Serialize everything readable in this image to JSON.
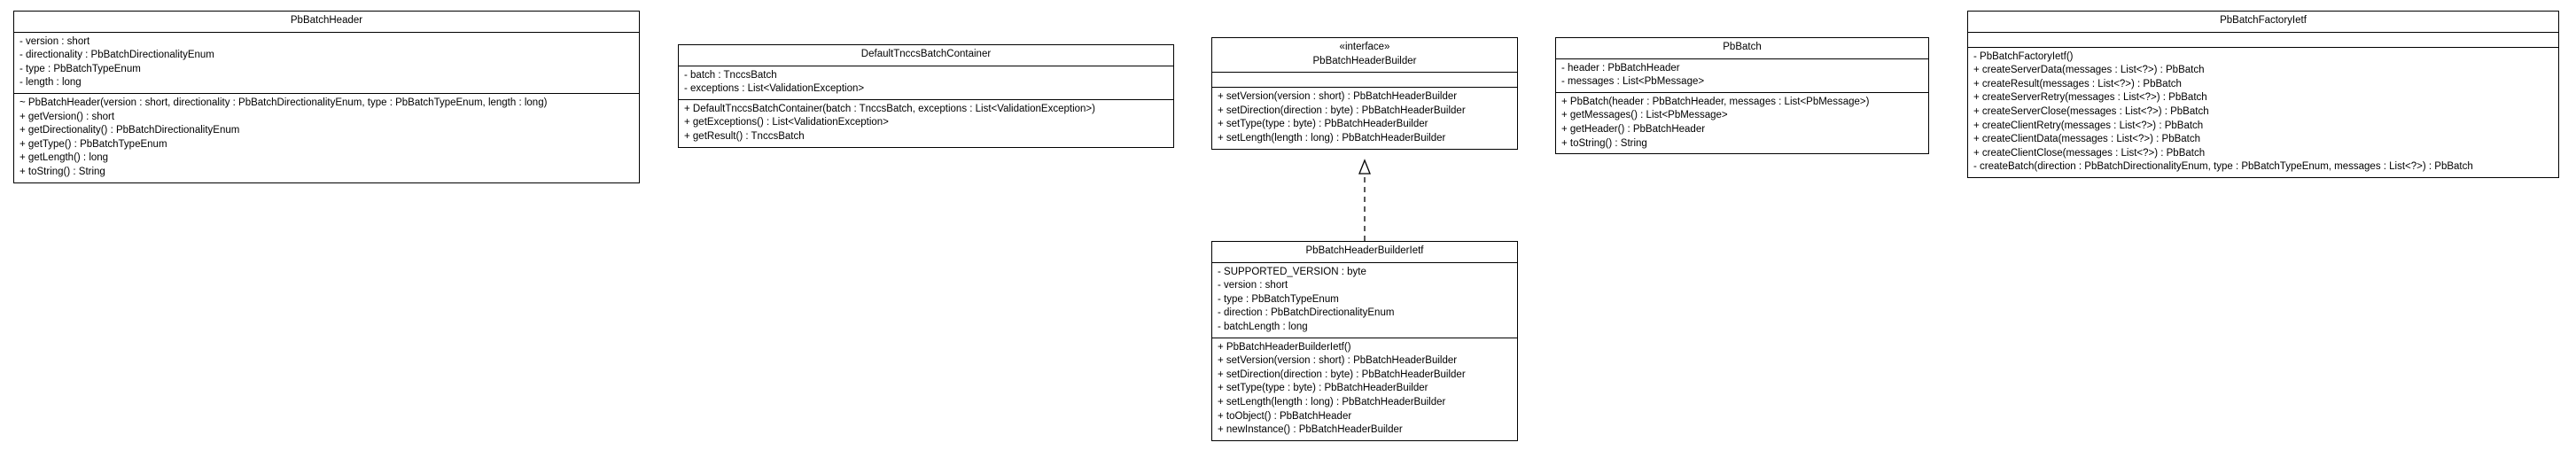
{
  "classes": {
    "pbbatchheader": {
      "name": "PbBatchHeader",
      "attributes": [
        "- version : short",
        "- directionality : PbBatchDirectionalityEnum",
        "- type : PbBatchTypeEnum",
        "- length : long"
      ],
      "operations": [
        "~ PbBatchHeader(version : short, directionality : PbBatchDirectionalityEnum, type : PbBatchTypeEnum, length : long)",
        "+ getVersion() : short",
        "+ getDirectionality() : PbBatchDirectionalityEnum",
        "+ getType() : PbBatchTypeEnum",
        "+ getLength() : long",
        "+ toString() : String"
      ]
    },
    "defaulttnccsbatchcontainer": {
      "name": "DefaultTnccsBatchContainer",
      "attributes": [
        "- batch : TnccsBatch",
        "- exceptions : List<ValidationException>"
      ],
      "operations": [
        "+ DefaultTnccsBatchContainer(batch : TnccsBatch, exceptions : List<ValidationException>)",
        "+ getExceptions() : List<ValidationException>",
        "+ getResult() : TnccsBatch"
      ]
    },
    "pbbatchheaderbuilder": {
      "stereotype": "«interface»",
      "name": "PbBatchHeaderBuilder",
      "attributes": [],
      "operations": [
        "+ setVersion(version : short) : PbBatchHeaderBuilder",
        "+ setDirection(direction : byte) : PbBatchHeaderBuilder",
        "+ setType(type : byte) : PbBatchHeaderBuilder",
        "+ setLength(length : long) : PbBatchHeaderBuilder"
      ]
    },
    "pbbatch": {
      "name": "PbBatch",
      "attributes": [
        "- header : PbBatchHeader",
        "- messages : List<PbMessage>"
      ],
      "operations": [
        "+ PbBatch(header : PbBatchHeader, messages : List<PbMessage>)",
        "+ getMessages() : List<PbMessage>",
        "+ getHeader() : PbBatchHeader",
        "+ toString() : String"
      ]
    },
    "pbbatchfactoryietf": {
      "name": "PbBatchFactoryIetf",
      "attributes": [],
      "operations": [
        "- PbBatchFactoryIetf()",
        "+ createServerData(messages : List<?>) : PbBatch",
        "+ createResult(messages : List<?>) : PbBatch",
        "+ createServerRetry(messages : List<?>) : PbBatch",
        "+ createServerClose(messages : List<?>) : PbBatch",
        "+ createClientRetry(messages : List<?>) : PbBatch",
        "+ createClientData(messages : List<?>) : PbBatch",
        "+ createClientClose(messages : List<?>) : PbBatch",
        "- createBatch(direction : PbBatchDirectionalityEnum, type : PbBatchTypeEnum, messages : List<?>) : PbBatch"
      ]
    },
    "pbbatchheaderbuilderietf": {
      "name": "PbBatchHeaderBuilderIetf",
      "attributes": [
        "- SUPPORTED_VERSION : byte",
        "- version : short",
        "- type : PbBatchTypeEnum",
        "- direction : PbBatchDirectionalityEnum",
        "- batchLength : long"
      ],
      "operations": [
        "+ PbBatchHeaderBuilderIetf()",
        "+ setVersion(version : short) : PbBatchHeaderBuilder",
        "+ setDirection(direction : byte) : PbBatchHeaderBuilder",
        "+ setType(type : byte) : PbBatchHeaderBuilder",
        "+ setLength(length : long) : PbBatchHeaderBuilder",
        "+ toObject() : PbBatchHeader",
        "+ newInstance() : PbBatchHeaderBuilder"
      ]
    }
  },
  "relations": [
    {
      "type": "realization",
      "from": "PbBatchHeaderBuilderIetf",
      "to": "PbBatchHeaderBuilder"
    }
  ]
}
